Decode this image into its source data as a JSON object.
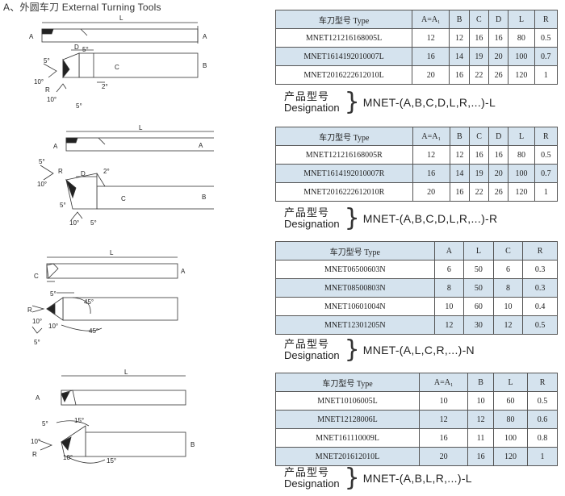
{
  "heading": "A、外圆车刀 External Turning Tools",
  "sections": [
    {
      "table": {
        "headers": [
          "车刀型号 Type",
          "A=A₁",
          "B",
          "C",
          "D",
          "L",
          "R"
        ],
        "rows": [
          [
            "MNET121216168005L",
            "12",
            "12",
            "16",
            "16",
            "80",
            "0.5"
          ],
          [
            "MNET1614192010007L",
            "16",
            "14",
            "19",
            "20",
            "100",
            "0.7"
          ],
          [
            "MNET2016222612010L",
            "20",
            "16",
            "22",
            "26",
            "120",
            "1"
          ]
        ]
      },
      "designation": {
        "zh": "产品型号",
        "en": "Designation",
        "code": "MNET-(A,B,C,D,L,R,...)-L"
      },
      "labels": {
        "l": "L",
        "a": "A",
        "a1": "A",
        "b": "B",
        "c": "C",
        "d": "D",
        "r": "R",
        "ang5a": "5°",
        "ang5b": "5°",
        "ang5c": "5°",
        "ang2": "2°",
        "ang10a": "10°",
        "ang10b": "10°"
      }
    },
    {
      "table": {
        "headers": [
          "车刀型号 Type",
          "A=A₁",
          "B",
          "C",
          "D",
          "L",
          "R"
        ],
        "rows": [
          [
            "MNET121216168005R",
            "12",
            "12",
            "16",
            "16",
            "80",
            "0.5"
          ],
          [
            "MNET1614192010007R",
            "16",
            "14",
            "19",
            "20",
            "100",
            "0.7"
          ],
          [
            "MNET2016222612010R",
            "20",
            "16",
            "22",
            "26",
            "120",
            "1"
          ]
        ]
      },
      "designation": {
        "zh": "产品型号",
        "en": "Designation",
        "code": "MNET-(A,B,C,D,L,R,...)-R"
      },
      "labels": {
        "l": "L",
        "a": "A",
        "a1": "A",
        "b": "B",
        "c": "C",
        "d": "D",
        "r": "R",
        "ang5a": "5°",
        "ang5b": "5°",
        "ang5c": "5°",
        "ang2": "2°",
        "ang10a": "10°",
        "ang10b": "10°"
      }
    },
    {
      "table": {
        "headers": [
          "车刀型号 Type",
          "A",
          "L",
          "C",
          "R"
        ],
        "rows": [
          [
            "MNET06500603N",
            "6",
            "50",
            "6",
            "0.3"
          ],
          [
            "MNET08500803N",
            "8",
            "50",
            "8",
            "0.3"
          ],
          [
            "MNET10601004N",
            "10",
            "60",
            "10",
            "0.4"
          ],
          [
            "MNET12301205N",
            "12",
            "30",
            "12",
            "0.5"
          ]
        ]
      },
      "designation": {
        "zh": "产品型号",
        "en": "Designation",
        "code": "MNET-(A,L,C,R,...)-N"
      },
      "labels": {
        "l": "L",
        "a": "A",
        "c": "C",
        "r": "R",
        "ang5a": "5°",
        "ang5b": "5°",
        "ang10a": "10°",
        "ang10b": "10°",
        "ang45a": "45°",
        "ang45b": "45°"
      }
    },
    {
      "table": {
        "headers": [
          "车刀型号 Type",
          "A=A₁",
          "B",
          "L",
          "R"
        ],
        "rows": [
          [
            "MNET10106005L",
            "10",
            "10",
            "60",
            "0.5"
          ],
          [
            "MNET12128006L",
            "12",
            "12",
            "80",
            "0.6"
          ],
          [
            "MNET161110009L",
            "16",
            "11",
            "100",
            "0.8"
          ],
          [
            "MNET201612010L",
            "20",
            "16",
            "120",
            "1"
          ]
        ]
      },
      "designation": {
        "zh": "产品型号",
        "en": "Designation",
        "code": "MNET-(A,B,L,R,...)-L"
      },
      "labels": {
        "l": "L",
        "a": "A",
        "b": "B",
        "r": "R",
        "ang5a": "5°",
        "ang10a": "10°",
        "ang10b": "10°",
        "ang15a": "15°",
        "ang15b": "15°"
      }
    }
  ]
}
